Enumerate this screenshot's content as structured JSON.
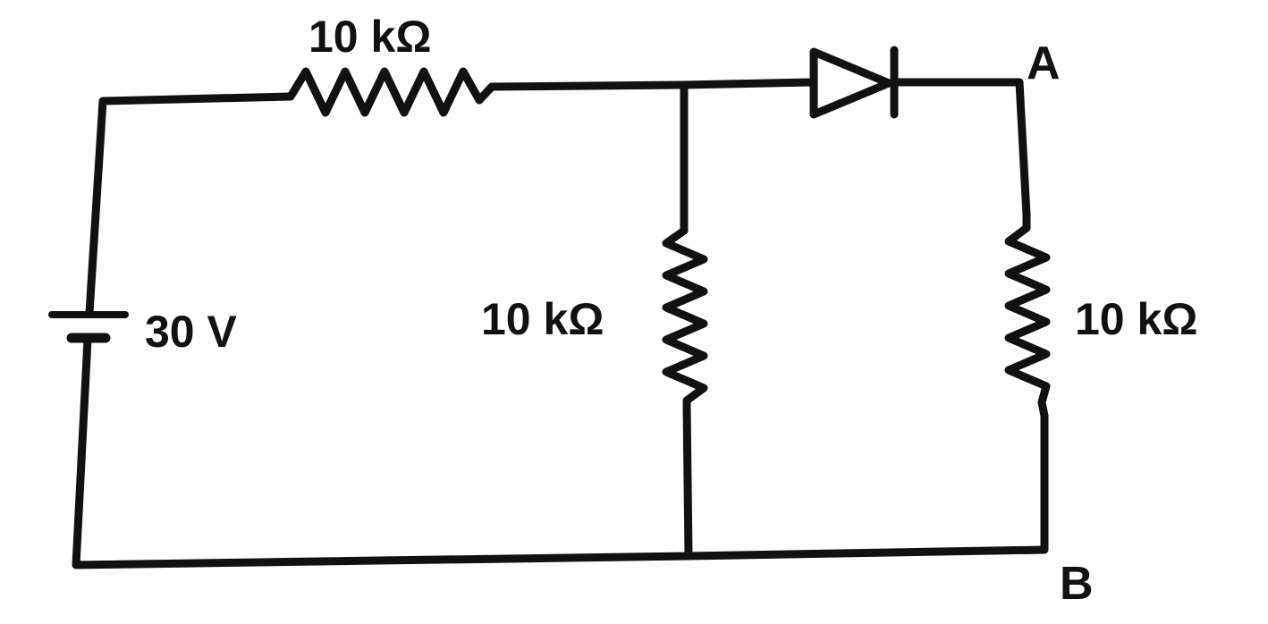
{
  "circuit": {
    "top_resistor": {
      "label": "10 kΩ"
    },
    "middle_resistor": {
      "label": "10 kΩ"
    },
    "right_resistor": {
      "label": "10 kΩ"
    },
    "battery": {
      "label": "30 V"
    },
    "diode": {
      "direction": "pointing toward node A"
    },
    "nodes": {
      "a": "A",
      "b": "B"
    }
  },
  "colors": {
    "ink": "#111111",
    "paper": "#ffffff"
  }
}
